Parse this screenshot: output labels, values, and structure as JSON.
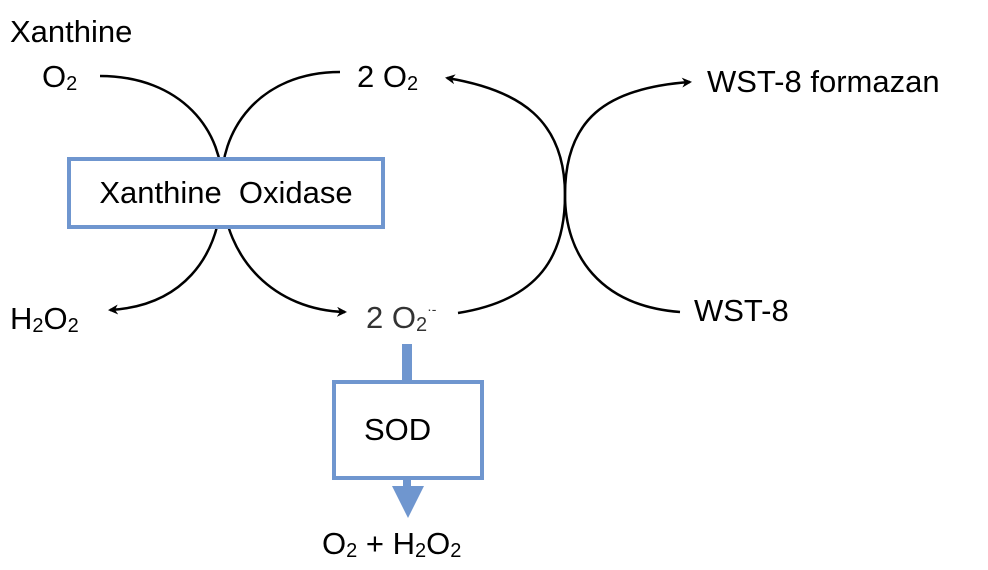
{
  "labels": {
    "xanthine": "Xanthine",
    "o2_base": "O",
    "o2_sub": "2",
    "two_o2_base": "2 O",
    "two_o2_sub": "2",
    "formazan": "WST-8 formazan",
    "h2o2_h": "H",
    "h2o2_sub1": "2",
    "h2o2_o": "O",
    "h2o2_sub2": "2",
    "superoxide_base": "2 O",
    "superoxide_sub": "2",
    "superoxide_sup": "·-",
    "wst8": "WST-8",
    "prod_o": "O",
    "prod_sub1": "2",
    "prod_plus": " + H",
    "prod_sub2": "2",
    "prod_o2": "O",
    "prod_sub3": "2"
  },
  "boxes": {
    "xanthine_oxidase": "Xanthine  Oxidase",
    "sod": "SOD"
  },
  "colors": {
    "box_border": "#6f96cf",
    "sod_arrow": "#6f96cf",
    "curve": "#000000"
  }
}
